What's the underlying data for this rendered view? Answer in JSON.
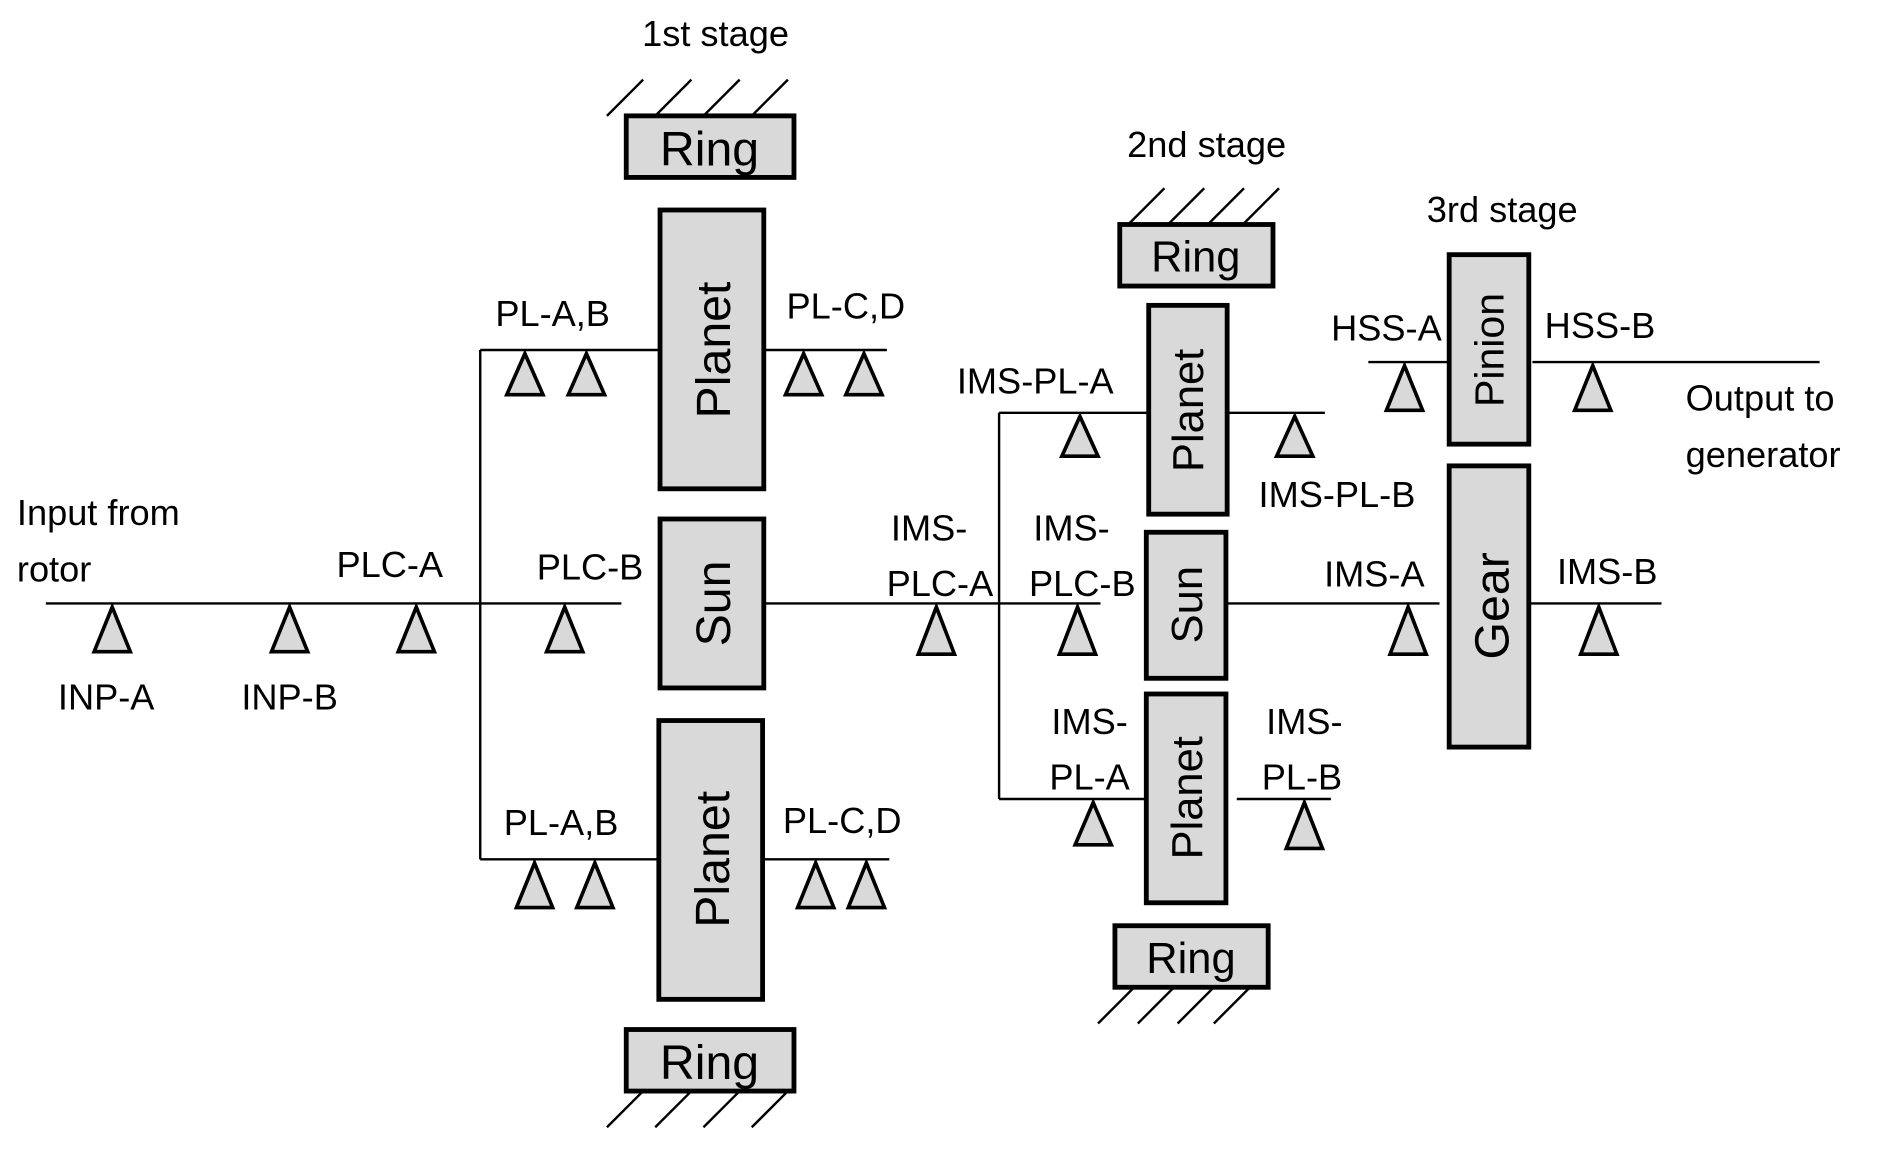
{
  "stages": {
    "first": "1st stage",
    "second": "2nd stage",
    "third": "3rd stage"
  },
  "components": {
    "ring": "Ring",
    "planet": "Planet",
    "sun": "Sun",
    "pinion": "Pinion",
    "gear": "Gear"
  },
  "io": {
    "input_line1": "Input from",
    "input_line2": "rotor",
    "output_line1": "Output to",
    "output_line2": "generator"
  },
  "bearings": {
    "inp_a": "INP-A",
    "inp_b": "INP-B",
    "plc_a": "PLC-A",
    "plc_b": "PLC-B",
    "pl_ab": "PL-A,B",
    "pl_cd": "PL-C,D",
    "ims_plc_a_1": "IMS-",
    "ims_plc_a_2": "PLC-A",
    "ims_plc_b_1": "IMS-",
    "ims_plc_b_2": "PLC-B",
    "ims_pl_a": "IMS-PL-A",
    "ims_pl_b": "IMS-PL-B",
    "ims_pl_a_1": "IMS-",
    "ims_pl_a_2": "PL-A",
    "ims_pl_b_1": "IMS-",
    "ims_pl_b_2": "PL-B",
    "ims_a": "IMS-A",
    "ims_b": "IMS-B",
    "hss_a": "HSS-A",
    "hss_b": "HSS-B"
  }
}
